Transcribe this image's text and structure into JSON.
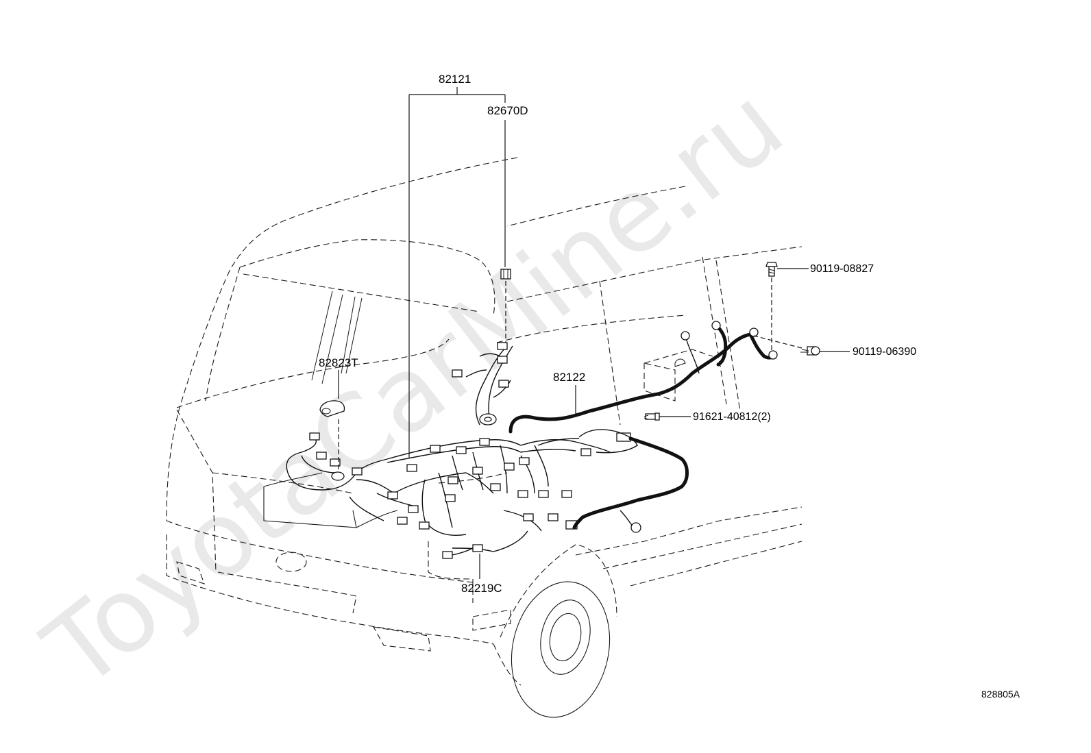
{
  "parts": {
    "p82121": "82121",
    "p82670D": "82670D",
    "p82823T": "82823T",
    "p82122": "82122",
    "p90119_08827": "90119-08827",
    "p90119_06390": "90119-06390",
    "p91621_40812": "91621-40812(2)",
    "p82219C": "82219C"
  },
  "drawing_id": "828805A",
  "watermark": "ToyotaCarMine.ru"
}
